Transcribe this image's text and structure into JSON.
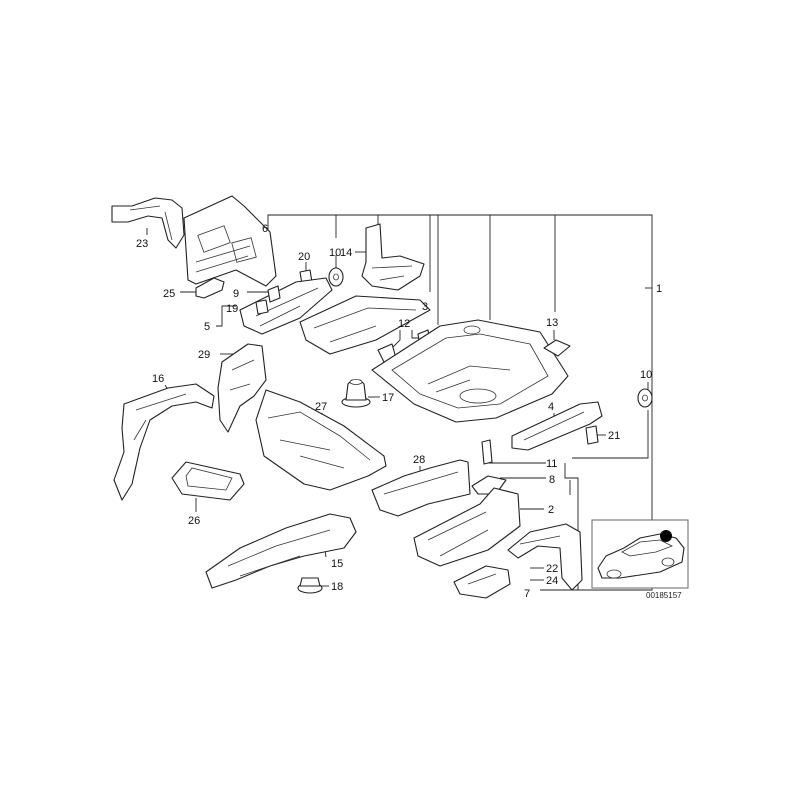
{
  "callouts": {
    "p1": "1",
    "p2": "2",
    "p3": "3",
    "p4": "4",
    "p5": "5",
    "p6": "6",
    "p7": "7",
    "p8": "8",
    "p9": "9",
    "p10a": "10",
    "p10b": "10",
    "p11": "11",
    "p12": "12",
    "p13": "13",
    "p14": "14",
    "p15": "15",
    "p16": "16",
    "p17": "17",
    "p18": "18",
    "p19": "19",
    "p20": "20",
    "p21": "21",
    "p22": "22",
    "p23": "23",
    "p24": "24",
    "p25": "25",
    "p26": "26",
    "p27": "27",
    "p28": "28",
    "p29": "29"
  },
  "diagram_code": "00185157",
  "colors": {
    "line": "#222222",
    "marker": "#000000",
    "background": "#ffffff"
  }
}
